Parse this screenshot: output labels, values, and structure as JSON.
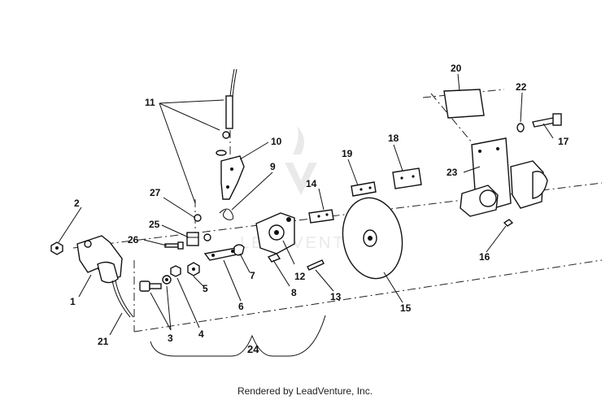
{
  "labels": {
    "l1": "1",
    "l2": "2",
    "l3": "3",
    "l4": "4",
    "l5": "5",
    "l6": "6",
    "l7": "7",
    "l8": "8",
    "l9": "9",
    "l10": "10",
    "l11": "11",
    "l12": "12",
    "l13": "13",
    "l14": "14",
    "l15": "15",
    "l16": "16",
    "l17": "17",
    "l18": "18",
    "l19": "19",
    "l20": "20",
    "l21": "21",
    "l22": "22",
    "l23": "23",
    "l24": "24",
    "l25": "25",
    "l26": "26",
    "l27": "27"
  },
  "footer": "Rendered by LeadVenture, Inc.",
  "watermark": "LEADVENTURE"
}
